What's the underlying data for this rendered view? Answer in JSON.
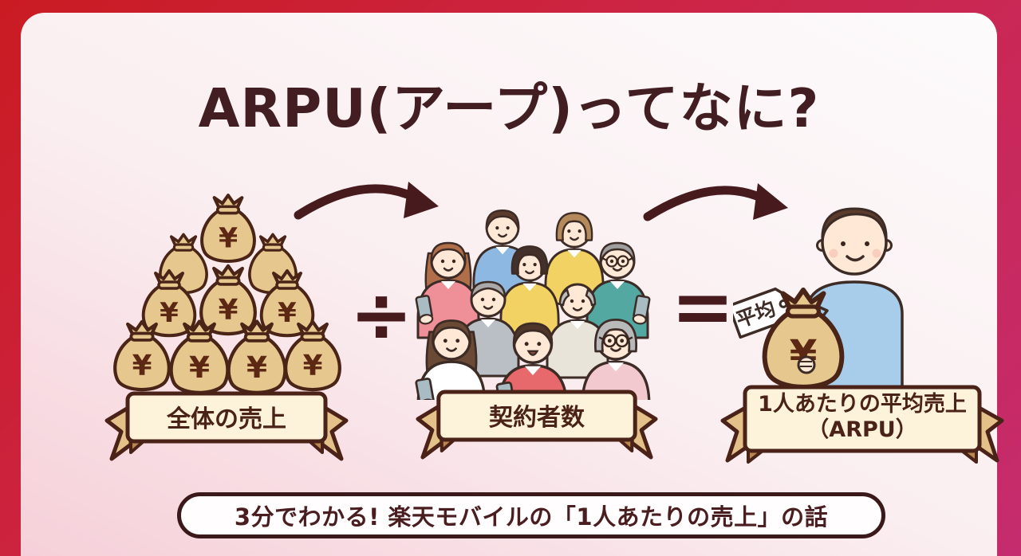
{
  "title": {
    "text": "ARPU(アープ)ってなに?"
  },
  "equation": {
    "operators": {
      "divide": "÷",
      "equals": "="
    },
    "terms": [
      {
        "id": "total-revenue",
        "label": "全体の売上",
        "illustration": "money-bags-pyramid-icon",
        "bag_count": 10
      },
      {
        "id": "subscribers",
        "label": "契約者数",
        "illustration": "people-crowd-icon",
        "people_count": 10
      },
      {
        "id": "arpu",
        "label_line1": "1人あたりの平均売上",
        "label_line2": "（ARPU）",
        "illustration": "person-holding-moneybag-icon"
      }
    ],
    "bag_currency_symbol": "¥",
    "tag_label": "平均"
  },
  "footer": {
    "text": "3分でわかる! 楽天モバイルの「1人あたりの売上」の話"
  },
  "colors": {
    "frame_red": "#ca1b22",
    "frame_magenta": "#c52c6e",
    "card_pink": "#f6d0d9",
    "outline_brown": "#4b2218",
    "text_maroon": "#421d22",
    "bag_tan": "#e6c78e",
    "ribbon_cream": "#fcf3da",
    "ribbon_tail_tan": "#e3c189"
  }
}
